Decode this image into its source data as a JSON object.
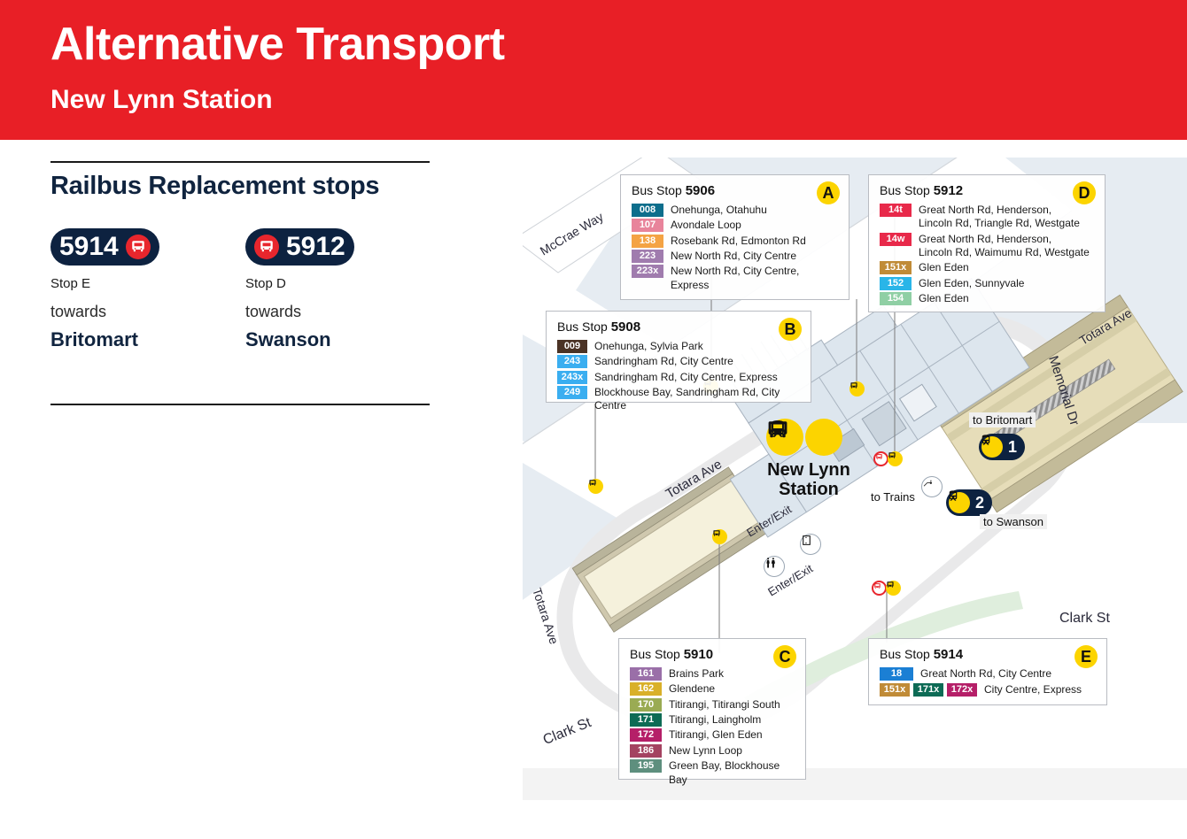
{
  "header": {
    "title": "Alternative Transport",
    "subtitle": "New Lynn Station"
  },
  "sidebar": {
    "section_title": "Railbus Replacement stops",
    "stops": [
      {
        "number": "5914",
        "icon": "bus-icon",
        "icon_side": "right",
        "stop_label": "Stop E",
        "towards_label": "towards",
        "destination": "Britomart"
      },
      {
        "number": "5912",
        "icon": "bus-icon",
        "icon_side": "left",
        "stop_label": "Stop D",
        "towards_label": "towards",
        "destination": "Swanson"
      }
    ]
  },
  "map": {
    "station_name_line1": "New Lynn",
    "station_name_line2": "Station",
    "streets": [
      {
        "name": "McCrae Way"
      },
      {
        "name": "Totara Ave"
      },
      {
        "name": "Totara Ave"
      },
      {
        "name": "Totara Ave"
      },
      {
        "name": "Memorial Dr"
      },
      {
        "name": "Clark St"
      },
      {
        "name": "Clark St"
      }
    ],
    "labels": {
      "to_britomart": "to Britomart",
      "to_swanson": "to Swanson",
      "to_trains": "to Trains",
      "enter_exit_1": "Enter/Exit",
      "enter_exit_2": "Enter/Exit"
    },
    "platforms": [
      {
        "number": "1",
        "icon": "train-icon"
      },
      {
        "number": "2",
        "icon": "train-icon"
      }
    ],
    "mode_icons": [
      "bus-icon",
      "train-icon"
    ],
    "facility_icons": [
      "lift-icon",
      "toilets-icon",
      "escalator-icon"
    ],
    "infoboxes": [
      {
        "id": "5906",
        "title_prefix": "Bus Stop ",
        "title_number": "5906",
        "letter": "A",
        "routes": [
          {
            "badges": [
              {
                "label": "008",
                "color": "#0d6e8c"
              }
            ],
            "desc": "Onehunga, Otahuhu"
          },
          {
            "badges": [
              {
                "label": "107",
                "color": "#e8849b"
              }
            ],
            "desc": "Avondale Loop"
          },
          {
            "badges": [
              {
                "label": "138",
                "color": "#f4a344"
              }
            ],
            "desc": "Rosebank Rd, Edmonton Rd"
          },
          {
            "badges": [
              {
                "label": "223",
                "color": "#a07cae"
              }
            ],
            "desc": "New North Rd, City Centre"
          },
          {
            "badges": [
              {
                "label": "223x",
                "color": "#a07cae"
              }
            ],
            "desc": "New North Rd, City Centre, Express"
          }
        ]
      },
      {
        "id": "5908",
        "title_prefix": "Bus Stop ",
        "title_number": "5908",
        "letter": "B",
        "routes": [
          {
            "badges": [
              {
                "label": "009",
                "color": "#4b3325"
              }
            ],
            "desc": "Onehunga, Sylvia Park"
          },
          {
            "badges": [
              {
                "label": "243",
                "color": "#3aaef0"
              }
            ],
            "desc": "Sandringham Rd, City Centre"
          },
          {
            "badges": [
              {
                "label": "243x",
                "color": "#3aaef0"
              }
            ],
            "desc": "Sandringham Rd, City Centre, Express"
          },
          {
            "badges": [
              {
                "label": "249",
                "color": "#3aaef0"
              }
            ],
            "desc": "Blockhouse Bay, Sandringham Rd, City Centre"
          }
        ]
      },
      {
        "id": "5912",
        "title_prefix": "Bus Stop ",
        "title_number": "5912",
        "letter": "D",
        "routes": [
          {
            "badges": [
              {
                "label": "14t",
                "color": "#e8294a"
              }
            ],
            "desc": "Great North Rd, Henderson,\nLincoln Rd, Triangle Rd, Westgate"
          },
          {
            "badges": [
              {
                "label": "14w",
                "color": "#e8294a"
              }
            ],
            "desc": "Great North Rd, Henderson,\nLincoln Rd, Waimumu Rd, Westgate"
          },
          {
            "badges": [
              {
                "label": "151x",
                "color": "#c08b37"
              }
            ],
            "desc": "Glen Eden"
          },
          {
            "badges": [
              {
                "label": "152",
                "color": "#29b5e8"
              }
            ],
            "desc": "Glen Eden, Sunnyvale"
          },
          {
            "badges": [
              {
                "label": "154",
                "color": "#8fcfa4"
              }
            ],
            "desc": "Glen Eden"
          }
        ]
      },
      {
        "id": "5910",
        "title_prefix": "Bus Stop ",
        "title_number": "5910",
        "letter": "C",
        "routes": [
          {
            "badges": [
              {
                "label": "161",
                "color": "#9a6fa8"
              }
            ],
            "desc": "Brains Park"
          },
          {
            "badges": [
              {
                "label": "162",
                "color": "#d9b029"
              }
            ],
            "desc": "Glendene"
          },
          {
            "badges": [
              {
                "label": "170",
                "color": "#9aab53"
              }
            ],
            "desc": "Titirangi, Titirangi South"
          },
          {
            "badges": [
              {
                "label": "171",
                "color": "#0d6b55"
              }
            ],
            "desc": "Titirangi, Laingholm"
          },
          {
            "badges": [
              {
                "label": "172",
                "color": "#b51f68"
              }
            ],
            "desc": "Titirangi, Glen Eden"
          },
          {
            "badges": [
              {
                "label": "186",
                "color": "#a44361"
              }
            ],
            "desc": "New Lynn Loop"
          },
          {
            "badges": [
              {
                "label": "195",
                "color": "#5e8f7e"
              }
            ],
            "desc": "Green Bay, Blockhouse Bay"
          }
        ]
      },
      {
        "id": "5914",
        "title_prefix": "Bus Stop ",
        "title_number": "5914",
        "letter": "E",
        "routes": [
          {
            "badges": [
              {
                "label": "18",
                "color": "#1b7fd4"
              }
            ],
            "desc": "Great North Rd, City Centre"
          },
          {
            "badges": [
              {
                "label": "151x",
                "color": "#c08b37"
              },
              {
                "label": "171x",
                "color": "#0d6b55"
              },
              {
                "label": "172x",
                "color": "#b51f68"
              }
            ],
            "desc": "City Centre, Express"
          }
        ]
      }
    ]
  },
  "colors": {
    "brand_red": "#e81f26",
    "navy": "#0d2240",
    "yellow": "#fcd400"
  }
}
